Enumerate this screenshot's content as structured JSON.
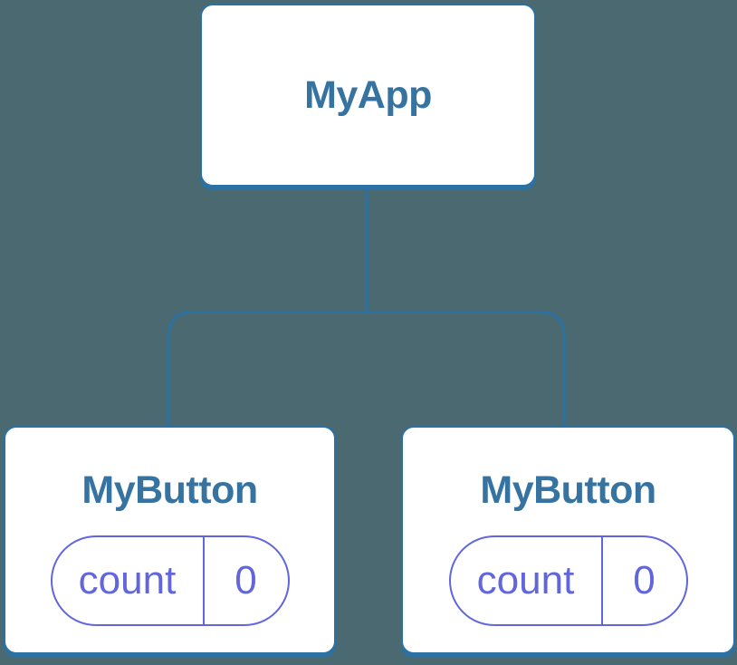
{
  "colors": {
    "background": "#4A6971",
    "node_fill": "#FFFFFF",
    "node_border": "#2B71A4",
    "connector": "#2B71A4",
    "heading_text": "#3773A0",
    "state_accent": "#6166DE"
  },
  "tree": {
    "root": {
      "label": "MyApp"
    },
    "children": [
      {
        "label": "MyButton",
        "state": {
          "name": "count",
          "value": "0"
        }
      },
      {
        "label": "MyButton",
        "state": {
          "name": "count",
          "value": "0"
        }
      }
    ]
  }
}
